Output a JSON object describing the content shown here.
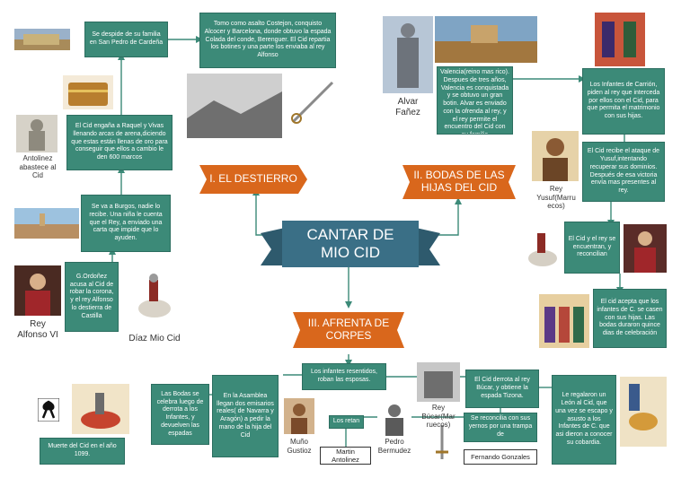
{
  "title": "CANTAR DE\nMIO CID",
  "sections": {
    "destierro": "I. EL DESTIERRO",
    "bodas": "II. BODAS DE LAS\nHIJAS DEL CID",
    "afrenta": "III. AFRENTA DE\nCORPES"
  },
  "destierro_boxes": {
    "despide": "Se despide de su familia en San Pedro de Cardeña",
    "tomo": "Tomo como asalto Costejon, conquisto Alcocer y Barcelona, donde obtuvo la espada Colada del conde, Berenguer. El Cid repartia los botines y una parte los enviaba al rey Alfonso",
    "engana": "El Cid engaña a Raquel y Vivas llenando arcas de arena,diciendo que estas están llenas de oro para conseguir que ellos a cambio le den 600 marcos",
    "burgos": "Se va a Burgos, nadie lo recibe. Una niña le cuenta que el Rey, a enviado una carta que impide que lo ayuden.",
    "ordonez": "G.Ordoñez acusa al Cid de robar la corona, y el rey Alfonso lo destierra de Castilla"
  },
  "bodas_boxes": {
    "valencia": "El Cid va a Valencia(reino mas rico). Despues de tres años, Valencia es conquistada y se obtuvo un gran botin. Alvar es enviado con la ofrenda al rey, y el rey permite el encuentro del Cid con su familia",
    "infantes": "Los Infantes de Carrión, piden al rey que interceda por ellos con el Cid, para que permita el matrimonio con sus hijas.",
    "yusuf": "El Cid recibe el ataque de Yusuf,intentando recuperar sus dominios. Después de esa victoria envía mas presentes al rey.",
    "encuentran": "El Cid y el rey se encuentran, y reconcilian",
    "acepta": "El cid acepta que los infantes de C. se casen con sus hijas. Las bodas duraron quince dias de celebración"
  },
  "afrenta_boxes": {
    "resentidos": "Los infantes resentidos, roban las esposas.",
    "derrota": "El Cid derrota al rey Búcar, y obtiene la espada Tizona.",
    "leon": "Le regalaron un León al Cid, que una vez se escapo y asusto a los Infantes de C. que asi dieron a conocer su cobardia.",
    "reconcilia": "Se reconcilia con sus yernos por una trampa de",
    "retan": "Los retan",
    "asamblea": "En la Asamblea llegan dos emisarios reales( de Navarra y Aragón) a pedir la mano de la hija del Cid",
    "bodas_luego": "Las Bodas se celebra luego de derrota a los Infantes, y devuelven las espadas",
    "muerte": "Muerte del Cid en el año 1099."
  },
  "name_boxes": {
    "martin": "Martin Antolinez",
    "pedro": "Pedro Bermudez",
    "fernando": "Fernando Gonzales"
  },
  "captions": {
    "antolinez": "Antolinez abastece al Cid",
    "rey_alfonso": "Rey Alfonso VI",
    "diaz": "Díaz Mio Cid",
    "alvar": "Alvar Fañez",
    "yusuf": "Rey Yusuf(Marru ecos)",
    "bucar": "Rey Búcar(Mar ruecos)",
    "muno": "Muño Gustioz",
    "pedro": "Pedro Bermudez"
  },
  "colors": {
    "box_teal": "#3c8a78",
    "banner_orange": "#d9671c",
    "banner_teal": "#3a6f86",
    "line": "#3c8a78"
  }
}
